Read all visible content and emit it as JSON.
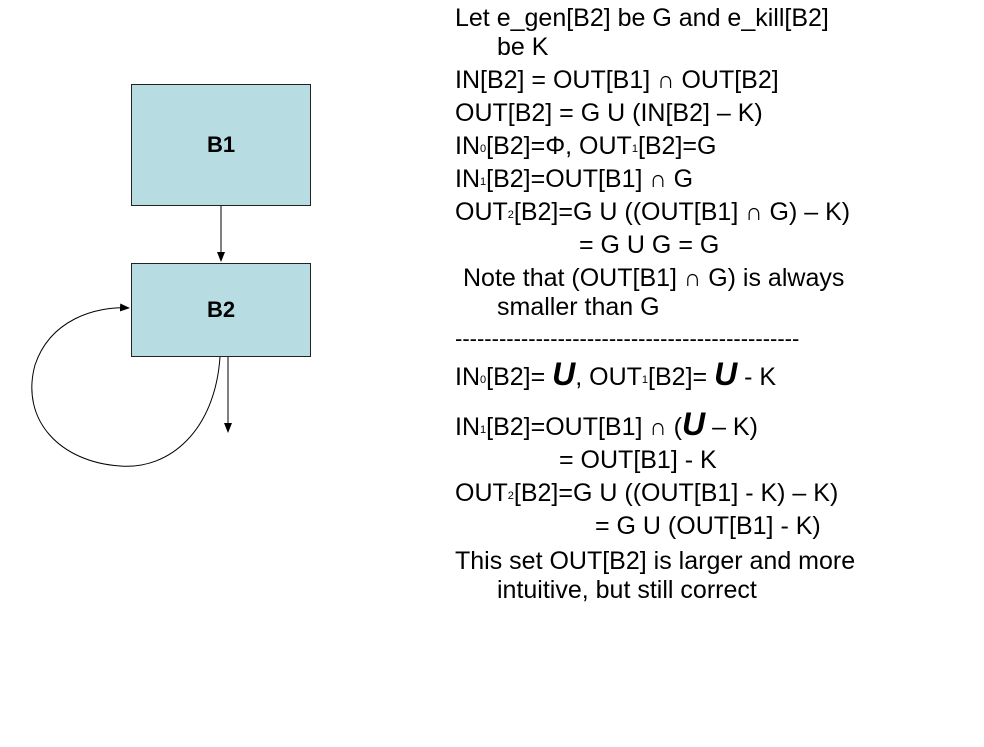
{
  "diagram": {
    "block1": "B1",
    "block2": "B2"
  },
  "text": {
    "l1": "Let e_gen[B2] be G and e_kill[B2]",
    "l2": "be K",
    "l3a": "IN[B2] = OUT[B1] ",
    "l3b": "∩",
    "l3c": " OUT[B2]",
    "l4": "OUT[B2] = G U (IN[B2] – K)",
    "l5a": "IN",
    "l5b": "0",
    "l5c": "[B2]=Φ, OUT",
    "l5d": "1",
    "l5e": "[B2]=G",
    "l6a": "IN",
    "l6b": "1",
    "l6c": "[B2]=OUT[B1] ",
    "l6d": "∩",
    "l6e": " G",
    "l7a": "OUT",
    "l7b": "2",
    "l7c": "[B2]=G U ((OUT[B1] ",
    "l7d": "∩",
    "l7e": " G) – K)",
    "l8": "= G U G = G",
    "l9a": "Note that (OUT[B1] ",
    "l9b": "∩",
    "l9c": " G) is always",
    "l10": "smaller than G",
    "sep": "-----------------------------------------------",
    "l11a": "IN",
    "l11b": "0",
    "l11c": "[B2]= ",
    "l11d": "U",
    "l11e": ", OUT",
    "l11f": "1",
    "l11g": "[B2]= ",
    "l11h": "U",
    "l11i": " - K",
    "l12a": "IN",
    "l12b": "1",
    "l12c": "[B2]=OUT[B1] ",
    "l12d": "∩",
    "l12e": " (",
    "l12f": "U",
    "l12g": " – K)",
    "l13": "= OUT[B1] - K",
    "l14a": "OUT",
    "l14b": "2",
    "l14c": "[B2]=G U ((OUT[B1] - K) – K)",
    "l15": "= G U (OUT[B1] - K)",
    "l16": "This set OUT[B2] is larger and more",
    "l17": "intuitive, but still correct"
  }
}
